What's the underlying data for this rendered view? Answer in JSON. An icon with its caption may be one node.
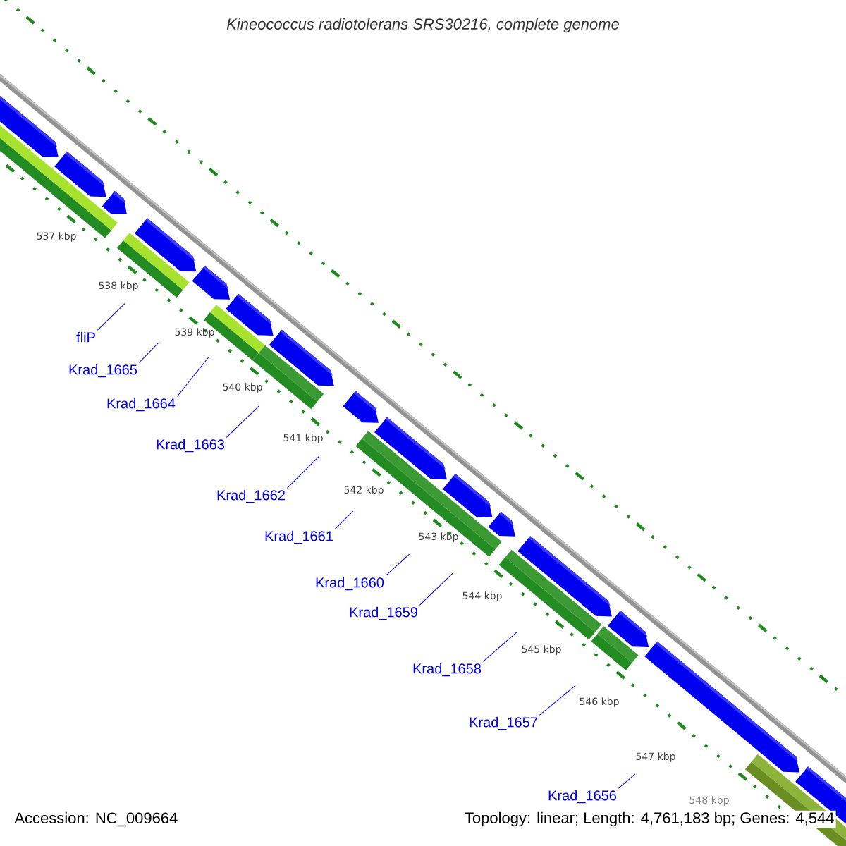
{
  "diagram": {
    "title": "Kineococcus radiotolerans SRS30216, complete genome",
    "nodes": [
      {
        "text": [
          "fliP"
        ]
      },
      {
        "text": [
          "Krad_1665"
        ]
      },
      {
        "text": [
          "Krad_1664"
        ]
      },
      {
        "text": [
          "Krad_1663"
        ]
      },
      {
        "text": [
          "Krad_1662"
        ]
      },
      {
        "text": [
          "Krad_1661"
        ]
      },
      {
        "text": [
          "Krad_1660"
        ]
      },
      {
        "text": [
          "Krad_1659"
        ]
      },
      {
        "text": [
          "Krad_1658"
        ]
      },
      {
        "text": [
          "Krad_1657"
        ]
      },
      {
        "text": [
          "Krad_1656"
        ]
      }
    ],
    "edges": [
      {
        "from": 0,
        "to": null,
        "arrow": "none"
      },
      {
        "from": 1,
        "to": null,
        "arrow": "none"
      },
      {
        "from": 2,
        "to": null,
        "arrow": "none"
      },
      {
        "from": 3,
        "to": null,
        "arrow": "none"
      },
      {
        "from": 4,
        "to": null,
        "arrow": "none"
      },
      {
        "from": 5,
        "to": null,
        "arrow": "none"
      },
      {
        "from": 6,
        "to": null,
        "arrow": "none"
      },
      {
        "from": 7,
        "to": null,
        "arrow": "none"
      },
      {
        "from": 8,
        "to": null,
        "arrow": "none"
      },
      {
        "from": 9,
        "to": null,
        "arrow": "none"
      },
      {
        "from": 10,
        "to": null,
        "arrow": "none"
      }
    ],
    "labels": [
      "537 kbp",
      "538 kbp",
      "539 kbp",
      "540 kbp",
      "541 kbp",
      "542 kbp",
      "543 kbp",
      "544 kbp",
      "545 kbp",
      "546 kbp",
      "547 kbp",
      "548 kbp",
      "Accession: NC_009664",
      "Topology: linear; Length: 4,761,183 bp; Genes: 4,544"
    ]
  }
}
